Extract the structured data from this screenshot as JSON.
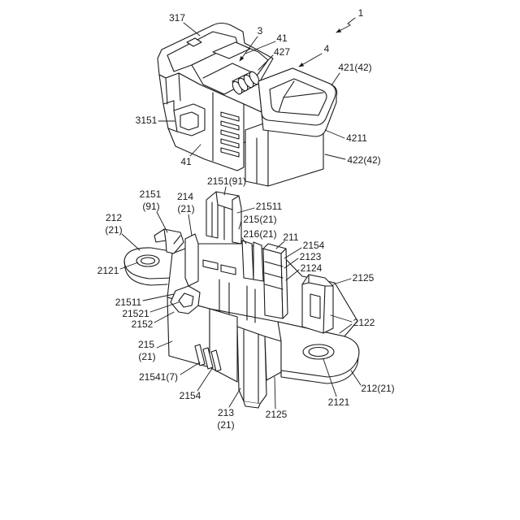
{
  "colors": {
    "line": "#1a1a1a",
    "background": "#ffffff"
  },
  "figure": {
    "assembly_ref": "1",
    "upper_unit": {
      "ref_317": "317",
      "ref_3": "3",
      "ref_41_a": "41",
      "ref_427": "427",
      "ref_4": "4",
      "ref_421_42": "421(42)",
      "ref_3151": "3151",
      "ref_4211": "4211",
      "ref_41_b": "41",
      "ref_422_42": "422(42)"
    },
    "lower_unit": {
      "ref_2151_91_top": "2151(91)",
      "ref_2151_91_left": [
        "2151",
        "(91)"
      ],
      "ref_214_21": [
        "214",
        "(21)"
      ],
      "ref_21511_a": "21511",
      "ref_215_21_a": "215(21)",
      "ref_212_21_left": [
        "212",
        "(21)"
      ],
      "ref_216_21": "216(21)",
      "ref_211": "211",
      "ref_2154_a": "2154",
      "ref_2123": "2123",
      "ref_2124": "2124",
      "ref_2121_a": "2121",
      "ref_2125_a": "2125",
      "ref_21511_b": "21511",
      "ref_21521": "21521",
      "ref_2152": "2152",
      "ref_2122": "2122",
      "ref_215_21_b": [
        "215",
        "(21)"
      ],
      "ref_21541_7": "21541(7)",
      "ref_212_21_right": "212(21)",
      "ref_2154_b": "2154",
      "ref_2121_b": "2121",
      "ref_213_21": [
        "213",
        "(21)"
      ],
      "ref_2125_b": "2125"
    }
  }
}
